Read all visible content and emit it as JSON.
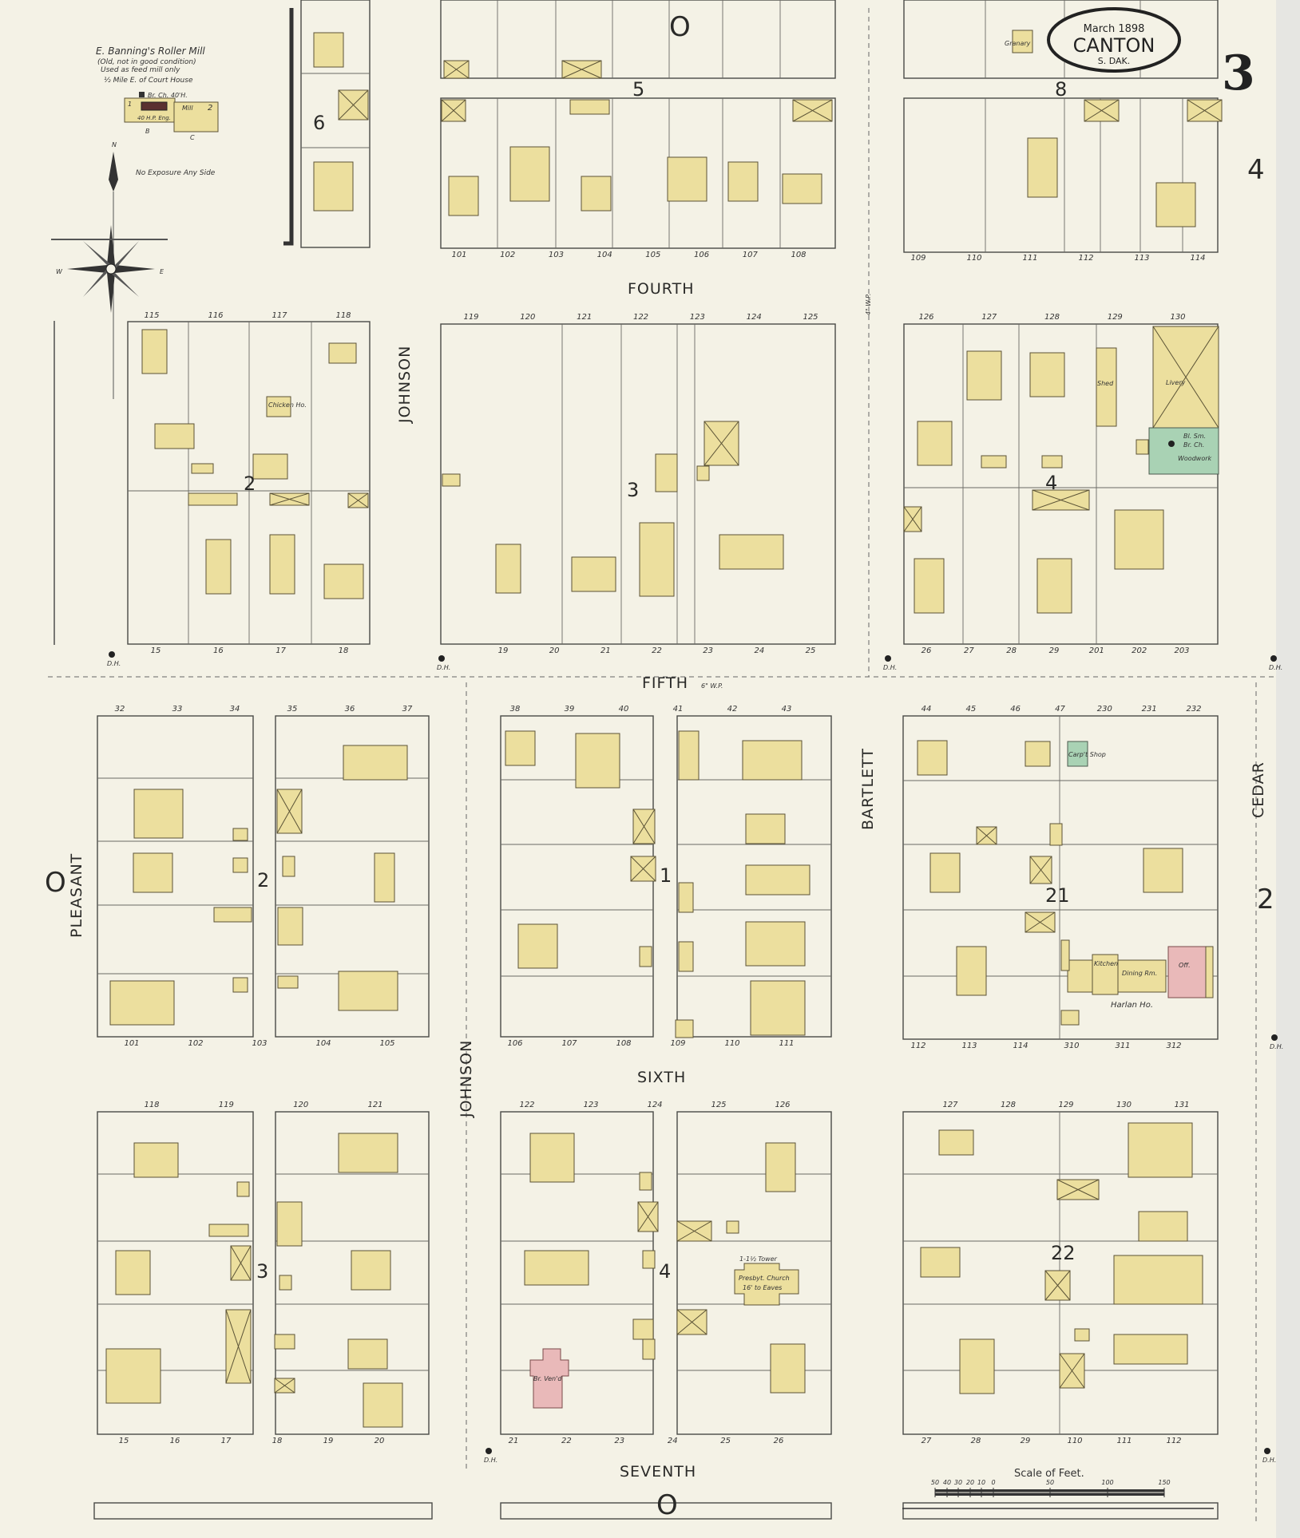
{
  "title_cartouche": {
    "date": "March 1898",
    "city": "CANTON",
    "state": "S. DAK."
  },
  "sheet_number": "3",
  "adjoining_sheets": {
    "east": "4",
    "southeast": "2"
  },
  "streets": {
    "fourth": "FOURTH",
    "fifth": "FIFTH",
    "sixth": "SIXTH",
    "seventh": "SEVENTH",
    "johnson_upper": "JOHNSON",
    "johnson_lower": "JOHNSON",
    "pleasant": "PLEASANT",
    "bartlett": "BARTLETT",
    "cedar": "CEDAR"
  },
  "big_markers": {
    "top": "O",
    "left": "O",
    "bottom": "O"
  },
  "block_numbers": [
    "6",
    "5",
    "8",
    "2",
    "3",
    "4",
    "2",
    "1",
    "21",
    "3",
    "4",
    "22"
  ],
  "inset": {
    "title": "E. Banning's Roller Mill",
    "line1": "(Old, not in good condition)",
    "line2": "Used as feed mill only",
    "location": "½ Mile E. of Court House",
    "chimney": "Br. Ch. 40'H.",
    "engine": "40 H.P. Eng.",
    "mill": "Mill",
    "stories_1": "1",
    "stories_2": "2",
    "side_b": "B",
    "side_c": "C",
    "exposure": "No Exposure Any Side"
  },
  "compass": {
    "n": "N",
    "w": "W",
    "e": "E"
  },
  "building_labels": {
    "granary": "Granary",
    "chicken": "Chicken Ho.",
    "shed": "Shed",
    "livery": "Livery",
    "bl_sm": "Bl. Sm.",
    "br_ch": "Br. Ch.",
    "woodwork": "Woodwork",
    "carpt_shop": "Carp't Shop",
    "kitchen": "Kitchen",
    "dining": "Dining Rm.",
    "harlan": "Harlan Ho.",
    "office": "Off.",
    "presbyt": "Presbyt. Church",
    "tower": "1-1½ Tower",
    "presbyt_note": "16' to Eaves",
    "brveneer": "Br. Ven'd",
    "fw_6": "6\" W.P.",
    "fw_4": "4\" W.P."
  },
  "lot_numbers": {
    "b5_bottom": [
      "101",
      "102",
      "103",
      "104",
      "105",
      "106",
      "107",
      "108"
    ],
    "b8_bottom": [
      "109",
      "110",
      "111",
      "112",
      "113",
      "114"
    ],
    "b2u_top": [
      "115",
      "116",
      "117",
      "118"
    ],
    "b2u_bottom": [
      "15",
      "16",
      "17",
      "18"
    ],
    "b3u_top": [
      "119",
      "120",
      "121",
      "122",
      "123",
      "124",
      "125"
    ],
    "b3u_bottom": [
      "19",
      "20",
      "21",
      "22",
      "23",
      "24",
      "25"
    ],
    "b4u_top": [
      "126",
      "127",
      "128",
      "129",
      "130"
    ],
    "b4u_bottom": [
      "26",
      "27",
      "28",
      "29",
      "201",
      "202",
      "203"
    ],
    "b2l_top": [
      "32",
      "33",
      "34",
      "35",
      "36",
      "37"
    ],
    "b2l_bottom": [
      "101",
      "102",
      "103",
      "104",
      "105"
    ],
    "b1_top": [
      "38",
      "39",
      "40",
      "41",
      "42",
      "43"
    ],
    "b1_bottom": [
      "106",
      "107",
      "108",
      "109",
      "110",
      "111"
    ],
    "b21_top": [
      "44",
      "45",
      "46",
      "47",
      "230",
      "231",
      "232"
    ],
    "b21_bottom": [
      "112",
      "113",
      "114",
      "310",
      "311",
      "312"
    ],
    "b3l_top": [
      "118",
      "119",
      "120",
      "121"
    ],
    "b3l_bottom": [
      "15",
      "16",
      "17",
      "18",
      "19",
      "20"
    ],
    "b4l_top": [
      "122",
      "123",
      "124",
      "125",
      "126"
    ],
    "b4l_bottom": [
      "21",
      "22",
      "23",
      "24",
      "25",
      "26"
    ],
    "b22_top": [
      "127",
      "128",
      "129",
      "130",
      "131"
    ],
    "b22_bottom": [
      "27",
      "28",
      "29",
      "110",
      "111",
      "112"
    ]
  },
  "hydrant_label": "D.H.",
  "scale": {
    "title": "Scale of Feet.",
    "ticks": [
      "50",
      "40",
      "30",
      "20",
      "10",
      "0",
      "50",
      "100",
      "150"
    ]
  },
  "colors": {
    "frame_brick": "#ecdf9e",
    "stone_iron": "#a9d2b4",
    "brick": "#e9b9b9",
    "paper": "#f4f2e6"
  }
}
